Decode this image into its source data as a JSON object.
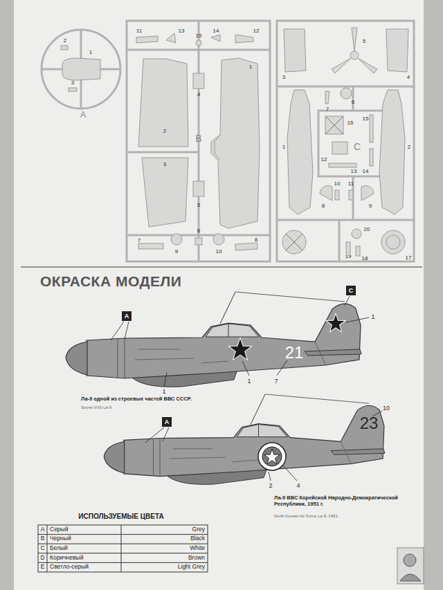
{
  "diagram": {
    "title": "ОКРАСКА МОДЕЛИ",
    "labels": [
      "2",
      "1",
      "3",
      "A",
      "11",
      "13",
      "15",
      "14",
      "12",
      "4",
      "1",
      "2",
      "B",
      "3",
      "5",
      "7",
      "9",
      "6",
      "10",
      "8",
      "3",
      "5",
      "4",
      "7",
      "6",
      "1",
      "2",
      "16",
      "15",
      "C",
      "12",
      "13",
      "14",
      "10",
      "11",
      "8",
      "9",
      "20",
      "19",
      "18",
      "17",
      "A",
      "C",
      "1",
      "1",
      "1",
      "7",
      "21",
      "Ла-9 одной из строевых частей ВВС СССР.",
      "Soviet VVS La-9.",
      "A",
      "23",
      "10",
      "2",
      "4",
      "Ла-9 ВВС Корейской Народно-Демократической Республики, 1951 г.",
      "North Korean Air Force La-9, 1951.",
      "ИСПОЛЬЗУЕМЫЕ ЦВЕТА",
      "A",
      "Серый",
      "Grey",
      "B",
      "Черный",
      "Black",
      "C",
      "Белый",
      "White",
      "D",
      "Коричневый",
      "Brown",
      "E",
      "Светло-серый",
      "Light Grey"
    ]
  }
}
